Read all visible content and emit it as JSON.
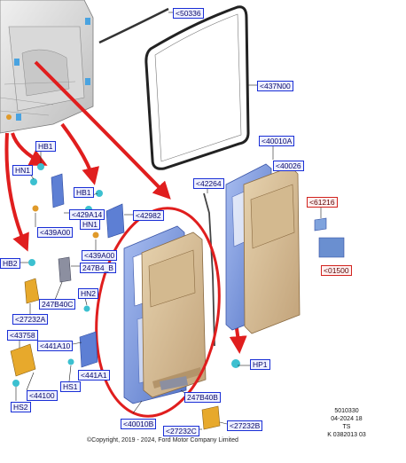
{
  "callouts": {
    "c50336": "<50336",
    "c437N00": "<437N00",
    "c40010A": "<40010A",
    "c40026": "<40026",
    "c42264": "<42264",
    "c61216": "<61216",
    "c01500": "<01500",
    "cHP1": "HP1",
    "cHB1a": "HB1",
    "cHN1a": "HN1",
    "c429A14": "<429A14",
    "c439A00a": "<439A00",
    "cHB1b": "HB1",
    "c42982": "<42982",
    "cHN1b": "HN1",
    "c439A00b": "<439A00",
    "cHB2": "HB2",
    "c247B4B": "247B4_B",
    "c247B40C": "247B40C",
    "cHN2": "HN2",
    "c27232A": "<27232A",
    "c43758": "<43758",
    "c441A10": "<441A10",
    "c441A1": "<441A1",
    "cHS1": "HS1",
    "c44100": "<44100",
    "cHS2": "HS2",
    "c40010B": "<40010B",
    "c247B40B": "247B40B",
    "c27232B": "<27232B",
    "c27232C": "<27232C"
  },
  "meta": {
    "line1": "5010330",
    "line2": "04-2024 18",
    "line3": "TS",
    "line4": "K 0382013 03"
  },
  "copyright": "©Copyright, 2019 - 2024, Ford Motor Company Limited",
  "colors": {
    "callout_border": "#1a2fd6",
    "callout_red": "#d2231e",
    "arrow_red": "#e01e1e",
    "door_blue": "#6f8fd8",
    "door_panel": "#d8bf98"
  }
}
